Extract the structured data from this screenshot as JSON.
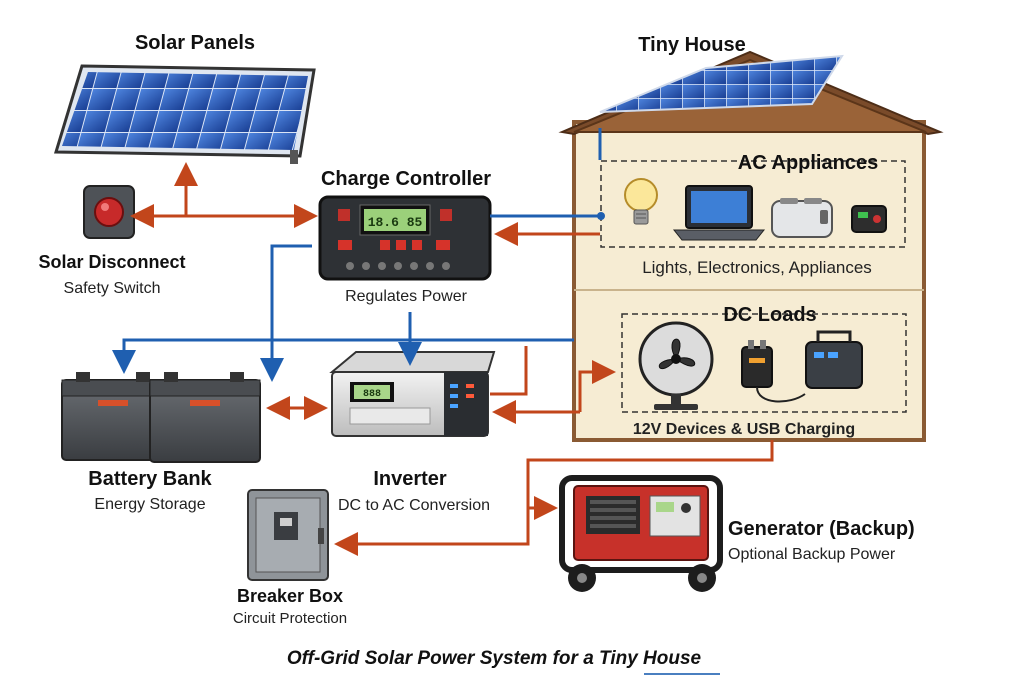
{
  "labels": {
    "solar_panels": "Solar Panels",
    "tiny_house": "Tiny House",
    "charge_controller": "Charge Controller",
    "charge_controller_sub": "Regulates Power",
    "controller_display": "18.6 85",
    "solar_disconnect": "Solar Disconnect",
    "solar_disconnect_sub": "Safety Switch",
    "ac_appliances": "AC Appliances",
    "ac_appliances_sub": "Lights, Electronics, Appliances",
    "dc_loads": "DC Loads",
    "dc_loads_sub": "12V Devices & USB Charging",
    "battery_bank": "Battery Bank",
    "battery_bank_sub": "Energy Storage",
    "inverter": "Inverter",
    "inverter_sub": "DC to AC Conversion",
    "inverter_display": "888",
    "breaker_box": "Breaker Box",
    "breaker_box_sub": "Circuit Protection",
    "generator": "Generator (Backup)",
    "generator_sub": "Optional Backup Power",
    "caption": "Off-Grid Solar Power System for a Tiny House"
  },
  "colors": {
    "dc_wire": "#1f5fb0",
    "ac_wire": "#c2461b",
    "panel_cell": "#2a5fc4",
    "house_wall": "#f6ecd3",
    "house_frame": "#8a5a33",
    "roof": "#7a4b2a"
  },
  "icons": [
    "solar-panel-icon",
    "red-button-icon",
    "charge-controller-icon",
    "battery-icon",
    "inverter-icon",
    "breaker-box-icon",
    "generator-icon",
    "lightbulb-icon",
    "laptop-icon",
    "toaster-icon",
    "speaker-icon",
    "fan-icon",
    "usb-charger-icon",
    "power-station-icon"
  ]
}
